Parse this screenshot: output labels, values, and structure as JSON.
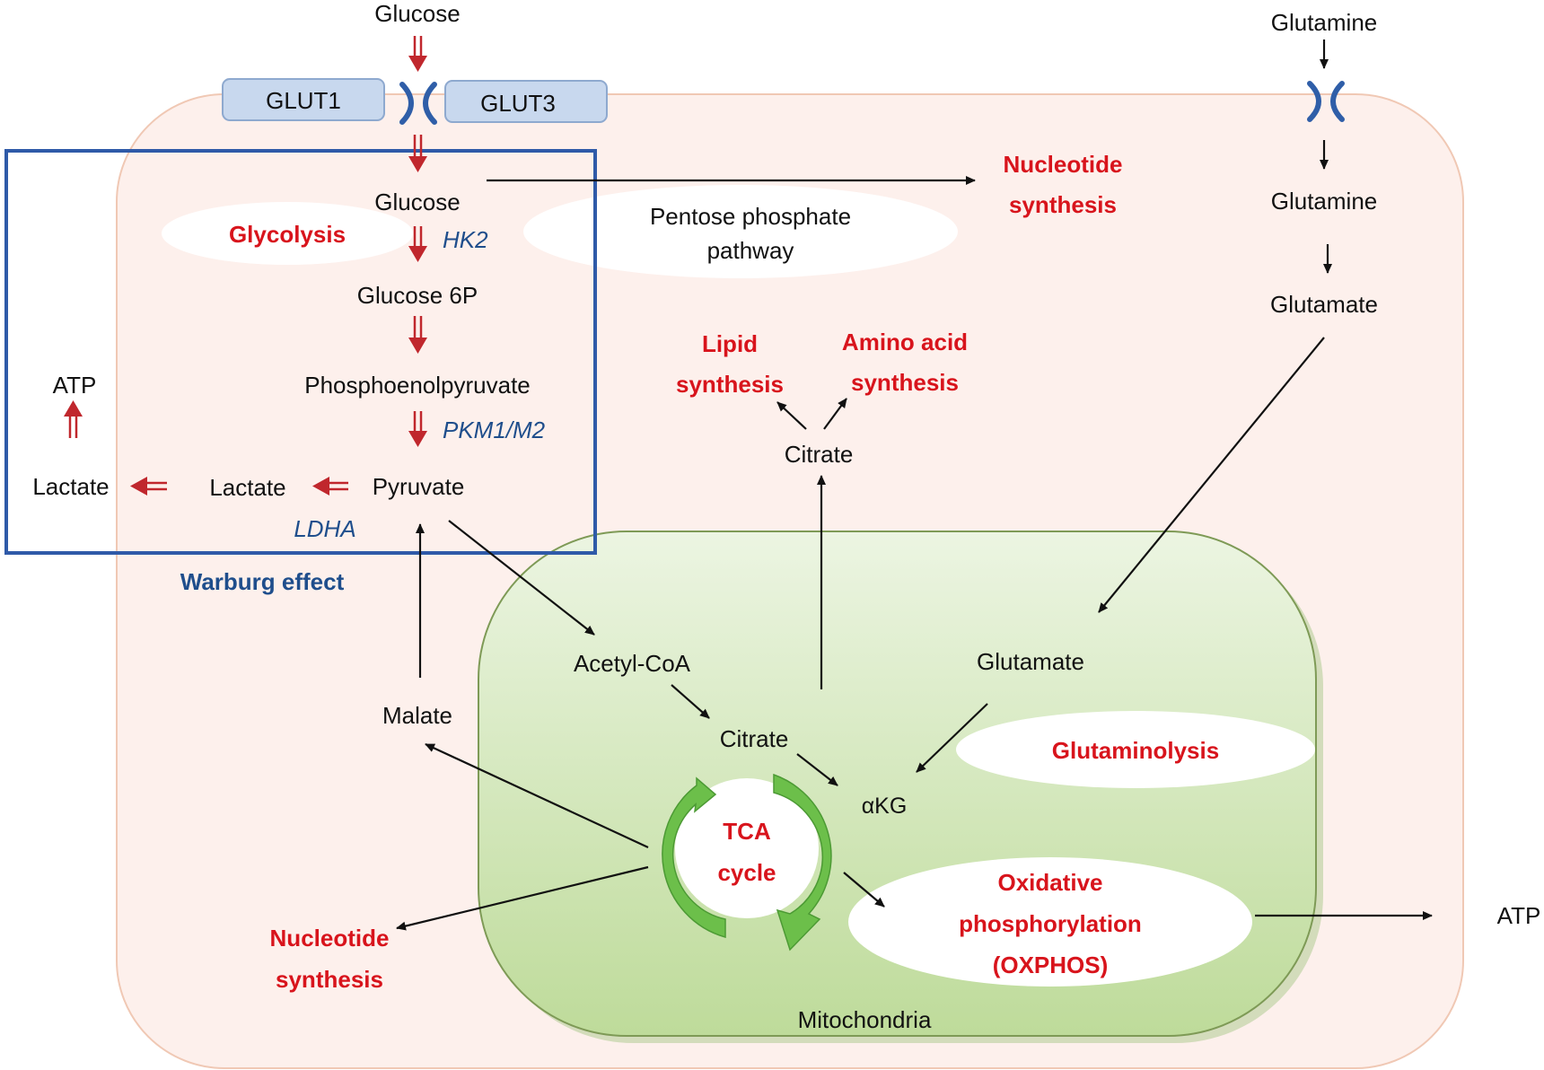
{
  "labels": {
    "glucose_outside": "Glucose",
    "glut1": "GLUT1",
    "glut3": "GLUT3",
    "glucose_inside": "Glucose",
    "glycolysis": "Glycolysis",
    "hk2": "HK2",
    "pentose_line1": "Pentose phosphate",
    "pentose_line2": "pathway",
    "nucleotide_top_1": "Nucleotide",
    "nucleotide_top_2": "synthesis",
    "glucose6p": "Glucose 6P",
    "pep": "Phosphoenolpyruvate",
    "pkm": "PKM1/M2",
    "pyruvate": "Pyruvate",
    "lactate_inner": "Lactate",
    "lactate_outer": "Lactate",
    "ldha": "LDHA",
    "atp_left": "ATP",
    "warburg": "Warburg effect",
    "glutamine_outside": "Glutamine",
    "glutamine_inside": "Glutamine",
    "glutamate_cyto": "Glutamate",
    "lipid_1": "Lipid",
    "lipid_2": "synthesis",
    "amino_1": "Amino acid",
    "amino_2": "synthesis",
    "citrate_cyto": "Citrate",
    "acetyl_coa": "Acetyl-CoA",
    "citrate_mito": "Citrate",
    "glutamate_mito": "Glutamate",
    "akg": "αKG",
    "glutaminolysis": "Glutaminolysis",
    "malate": "Malate",
    "tca_1": "TCA",
    "tca_2": "cycle",
    "oxphos_1": "Oxidative",
    "oxphos_2": "phosphorylation",
    "oxphos_3": "(OXPHOS)",
    "atp_right": "ATP",
    "nucleotide_bottom_1": "Nucleotide",
    "nucleotide_bottom_2": "synthesis",
    "mitochondria": "Mitochondria"
  },
  "colors": {
    "cell_fill": "#fdf0ec",
    "cell_border": "#f0c8b4",
    "mito_top": "#eaf3de",
    "mito_bottom": "#c2dea0",
    "mito_border": "#7e9a56",
    "warburg_box": "#2f5aa8",
    "glut_fill": "#c8d8ee",
    "glut_border": "#8ea9cf",
    "channel": "#2f5ea8",
    "red_text": "#d8141c",
    "blue_text": "#1f4e8c",
    "red_arrow": "#c0272d",
    "tca_arrow": "#6cbf4a"
  }
}
